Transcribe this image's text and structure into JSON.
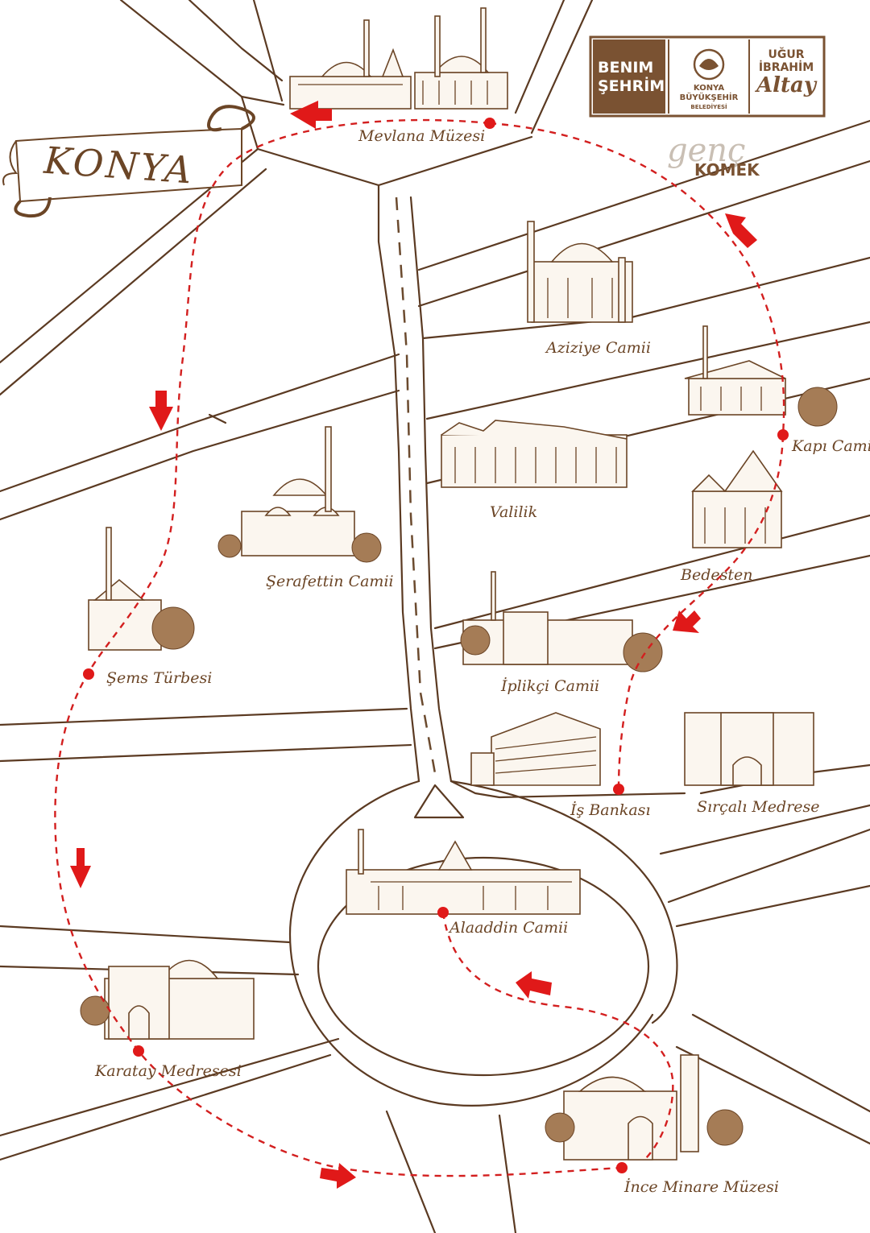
{
  "city_banner": "KONYA",
  "logos": {
    "benim_sehrim": [
      "BENIM",
      "ŞEHRİM"
    ],
    "municipality": [
      "KONYA",
      "BÜYÜKŞEHİR",
      "BELEDİYESİ"
    ],
    "mayor": [
      "UĞUR",
      "İBRAHİM",
      "Altay"
    ],
    "genc": "genç",
    "komek": "KOMEK"
  },
  "landmarks": {
    "mevlana": "Mevlana Müzesi",
    "aziziye": "Aziziye Camii",
    "kapi": "Kapı Camii",
    "valilik": "Valilik",
    "bedesten": "Bedesten",
    "serafettin": "Şerafettin Camii",
    "sems": "Şems Türbesi",
    "iplikci": "İplikçi Camii",
    "is_bankasi": "İş Bankası",
    "sircali": "Sırçalı Medrese",
    "alaaddin": "Alaaddin Camii",
    "karatay": "Karatay Medresesi",
    "ince_minare": "İnce Minare Müzesi"
  },
  "colors": {
    "route": "#e01919",
    "ink": "#6b4526",
    "brand": "#7a5232"
  }
}
